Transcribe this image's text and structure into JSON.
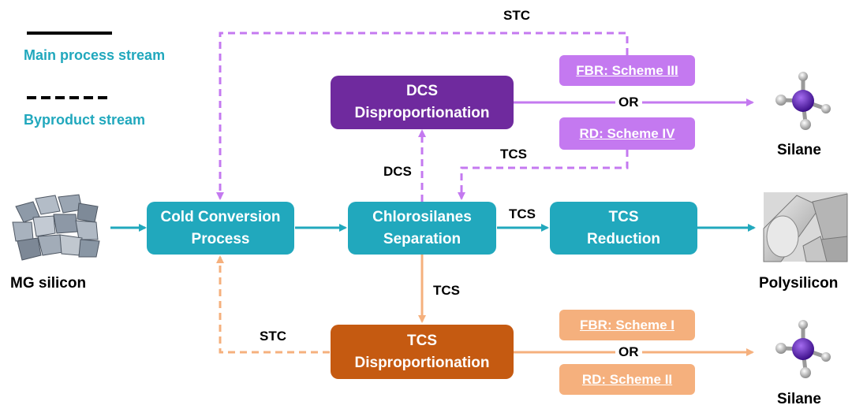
{
  "legend": {
    "main_stream": "Main process stream",
    "byproduct_stream": "Byproduct stream"
  },
  "boxes": {
    "cold_conversion": [
      "Cold Conversion",
      "Process"
    ],
    "chlorosilanes": [
      "Chlorosilanes",
      "Separation"
    ],
    "tcs_reduction": [
      "TCS",
      "Reduction"
    ],
    "dcs_disp": [
      "DCS",
      "Disproportionation"
    ],
    "tcs_disp": [
      "TCS",
      "Disproportionation"
    ]
  },
  "options": {
    "fbr3": "FBR: Scheme III",
    "rd4": "RD: Scheme IV",
    "fbr1": "FBR: Scheme I",
    "rd2": "RD: Scheme II"
  },
  "stream_labels": {
    "stc_top": "STC",
    "stc_bottom": "STC",
    "tcs_to_sep": "TCS",
    "dcs": "DCS",
    "tcs_to_reduction": "TCS",
    "tcs_down": "TCS",
    "or_top": "OR",
    "or_bottom": "OR"
  },
  "captions": {
    "mg_silicon": "MG silicon",
    "polysilicon": "Polysilicon",
    "silane_top": "Silane",
    "silane_bottom": "Silane"
  },
  "colors": {
    "main": "#21a8bd",
    "purple_box": "#6f2a9e",
    "purple_option": "#c479f0",
    "orange_box": "#c55a11",
    "orange_option": "#f5b07d",
    "silicon_atom": "#5b1fb0",
    "hydrogen_atom": "#c8c8c8"
  },
  "icons": {
    "mg_silicon": "mg-silicon-chunks-image",
    "polysilicon": "polysilicon-rods-image",
    "silane": "silane-molecule-icon"
  }
}
